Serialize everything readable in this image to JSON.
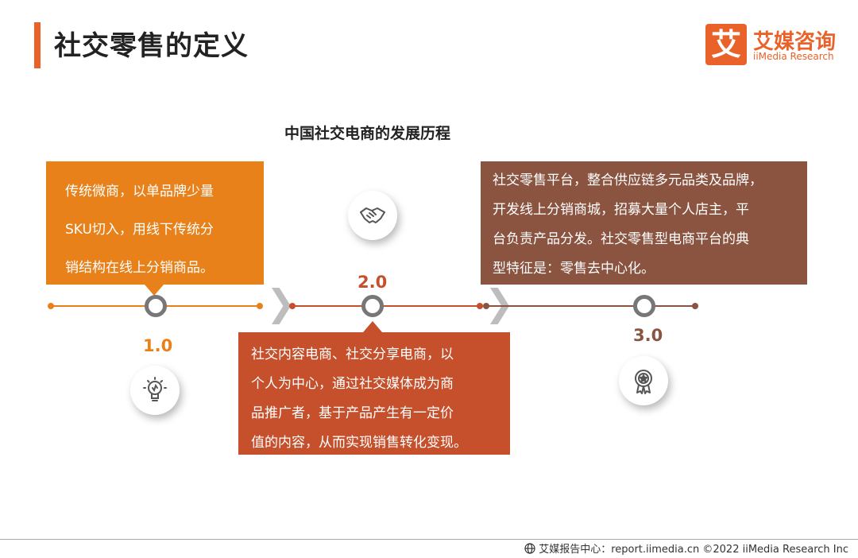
{
  "header": {
    "title": "社交零售的定义",
    "logo_mark": "艾",
    "logo_cn": "艾媒咨询",
    "logo_en": "iiMedia Research"
  },
  "diagram": {
    "title": "中国社交电商的发展历程",
    "stages": [
      {
        "version": "1.0",
        "lines": [
          "传统微商，以单品牌少量",
          "SKU切入，用线下传统分",
          "销结构在线上分销商品。"
        ],
        "icon": "lightbulb-icon",
        "color": "#e8811a"
      },
      {
        "version": "2.0",
        "lines": [
          "社交内容电商、社交分享电商，以",
          "个人为中心，通过社交媒体成为商",
          "品推广者，基于产品产生有一定价",
          "值的内容，从而实现销售转化变现。"
        ],
        "icon": "handshake-icon",
        "color": "#c5502b"
      },
      {
        "version": "3.0",
        "lines": [
          "社交零售平台，整合供应链多元品类及品牌，",
          "开发线上分销商城，招募大量个人店主，平",
          "台负责产品分发。社交零售型电商平台的典",
          "型特征是：零售去中心化。"
        ],
        "icon": "award-icon",
        "color": "#8a5440"
      }
    ]
  },
  "footer": {
    "text": "艾媒报告中心：report.iimedia.cn   ©2022  iiMedia Research  Inc"
  }
}
